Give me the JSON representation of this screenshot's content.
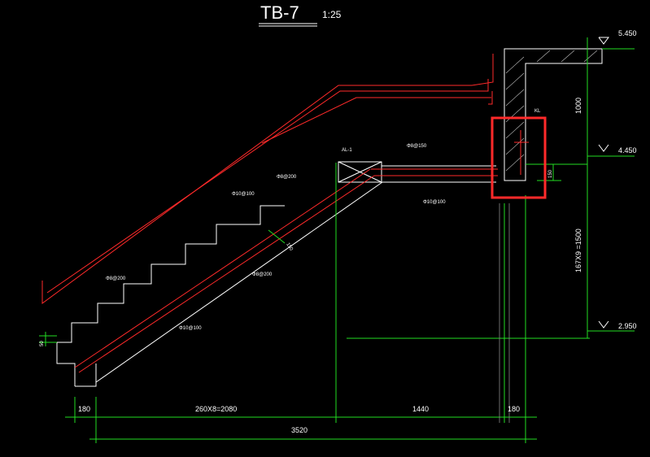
{
  "drawing": {
    "title": "TB-7",
    "scale": "1:25"
  },
  "elevations": [
    "5.450",
    "4.450",
    "2.950"
  ],
  "beam_labels": {
    "al": "AL-1",
    "kl": "KL"
  },
  "rebar_labels": {
    "r1": "Φ8@150",
    "r2": "Φ10@100",
    "r3": "Φ8@200",
    "r4": "Φ10@100",
    "r5": "Φ8@200",
    "r6": "Φ8@200",
    "r7": "Φ10@100"
  },
  "vertical_dims": {
    "wall": "1000",
    "landing": "150",
    "flight": "167X9 =1500",
    "step": "50"
  },
  "thickness": "150",
  "bottom_dims": {
    "d1": "180",
    "d2": "260X8=2080",
    "d3": "1440",
    "d4": "180",
    "total": "3520"
  },
  "highlight_color": "#ff2a2a"
}
